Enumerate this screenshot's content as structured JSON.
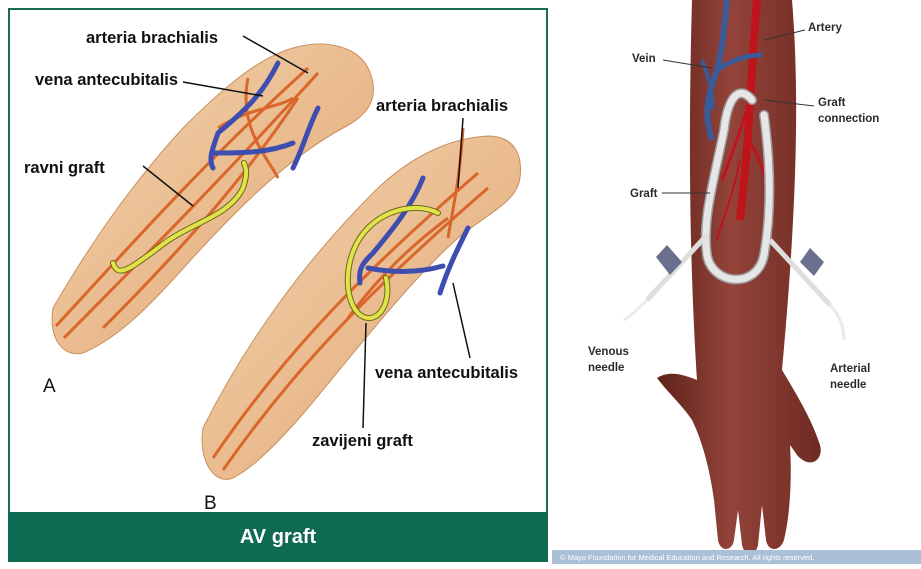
{
  "left_figure": {
    "labels": {
      "arteria_brachialis_a": "arteria brachialis",
      "vena_antecubitalis_a": "vena antecubitalis",
      "ravni_graft": "ravni graft",
      "arteria_brachialis_b": "arteria brachialis",
      "vena_antecubitalis_b": "vena antecubitalis",
      "zavijeni_graft": "zavijeni graft",
      "panel_a": "A",
      "panel_b": "B"
    },
    "footer_title": "AV graft",
    "colors": {
      "border": "#1e6b55",
      "footer": "#0f6a52",
      "skin": "#e8b98c",
      "artery": "#d9662a",
      "vein": "#3d4db0",
      "graft": "#e2e24a"
    }
  },
  "right_figure": {
    "labels": {
      "artery": "Artery",
      "vein": "Vein",
      "graft_connection_1": "Graft",
      "graft_connection_2": "connection",
      "graft": "Graft",
      "venous_needle_1": "Venous",
      "venous_needle_2": "needle",
      "arterial_needle_1": "Arterial",
      "arterial_needle_2": "needle"
    },
    "credit": "© Mayo Foundation for Medical Education and Research.  All rights reserved.",
    "colors": {
      "arm": "#8a3a2e",
      "artery": "#c0141c",
      "vein": "#3a5a98",
      "graft": "#e6e6e6",
      "needle_hub": "#6b6f8e",
      "credit_bar": "#a9c0d6"
    }
  }
}
